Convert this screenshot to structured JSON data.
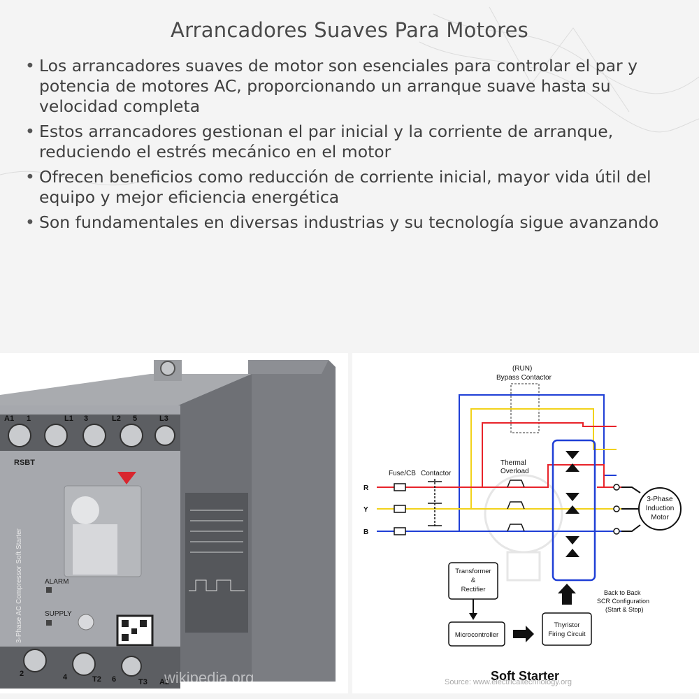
{
  "title": "Arrancadores Suaves Para Motores",
  "bullets": [
    "Los arrancadores suaves de motor son esenciales para controlar el par y potencia de motores AC, proporcionando un arranque suave hasta su velocidad completa",
    "Estos arrancadores gestionan el par inicial y la corriente de arranque, reduciendo el estrés mecánico en el motor",
    "Ofrecen beneficios como reducción de corriente inicial, mayor vida útil del equipo y mejor eficiencia energética",
    "Son fundamentales en diversas industrias y su tecnología sigue avanzando"
  ],
  "photo": {
    "terminals_top": [
      "A1",
      "1",
      "L1",
      "3",
      "L2",
      "5",
      "L3"
    ],
    "terminals_bottom": [
      "2",
      "4",
      "T2",
      "6",
      "T3",
      "A2"
    ],
    "model": "RSBT",
    "alarm_label": "ALARM",
    "supply_label": "SUPPLY",
    "side_label": "3-Phase AC Compressor Soft Starter",
    "watermark": "wikipedia.org"
  },
  "diagram": {
    "run_label": "(RUN)",
    "bypass_label": "Bypass Contactor",
    "fuse_label": "Fuse/CB",
    "contactor_label": "Contactor",
    "thermal_label_1": "Thermal",
    "thermal_label_2": "Overload",
    "phase_r": "R",
    "phase_y": "Y",
    "phase_b": "B",
    "motor_label_1": "3-Phase",
    "motor_label_2": "Induction",
    "motor_label_3": "Motor",
    "transformer_1": "Transformer",
    "transformer_2": "&",
    "transformer_3": "Rectifier",
    "micro_label": "Microcontroller",
    "thyristor_1": "Thyristor",
    "thyristor_2": "Firing Circuit",
    "scr_1": "Back to Back",
    "scr_2": "SCR Configuration",
    "scr_3": "(Start & Stop)",
    "caption": "Soft Starter",
    "source": "Source: www.electricaltechnology.org",
    "colors": {
      "red": "#e8232a",
      "yellow": "#f2d21b",
      "blue": "#1f3fd6"
    }
  }
}
